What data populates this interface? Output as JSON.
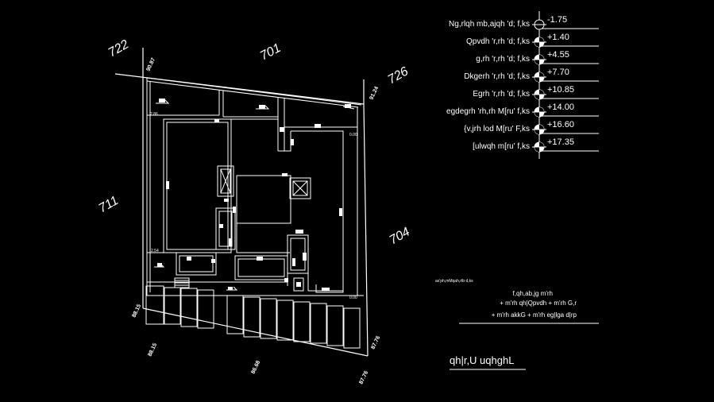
{
  "plot_labels": {
    "p722": "722",
    "p701": "701",
    "p726": "726",
    "p711": "711",
    "p704": "704"
  },
  "dimensions": {
    "top_left": "90.87",
    "top_right": "91.24",
    "left_low": "88.15",
    "bottom_left": "88.15",
    "bottom_mid": "86.68",
    "bottom_right": "87.76",
    "right_low": "87.76"
  },
  "small_notes": {
    "upper_left_room": "2.86",
    "lower_left_room": "2.54",
    "upper_right_room": "0.00",
    "lower_right_room": "0.00"
  },
  "levels": [
    {
      "label": "Ng,rlqh mb,ajqh 'd; f,ks",
      "value": "-1.75"
    },
    {
      "label": "Qpvdh 'r,rh 'd; f,ks",
      "value": "+1.40"
    },
    {
      "label": "g,rh 'r,rh 'd; f,ks",
      "value": "+4.55"
    },
    {
      "label": "Dkgerh 'r,rh 'd; f,ks",
      "value": "+7.70"
    },
    {
      "label": "Egrh 'r,rh 'd; f,ks",
      "value": "+10.85"
    },
    {
      "label": "egdegrh 'rh,rh M[ru' f,ks",
      "value": "+14.00"
    },
    {
      "label": "{v,jrh lod M[ru' F,ks",
      "value": "+16.60"
    },
    {
      "label": "[ulwqh m[ru' f,ks",
      "value": "+17.35"
    }
  ],
  "legend_note": "as'ph,mMqah,rtb d,ks",
  "legend": {
    "header": "f,qh,ab,jg m'rh",
    "row1": "+  m'rh qh|Qpvdh  +  m'rh G,r",
    "row2": "+  m'rh akkG  +  m'rh eg|lga d|rp"
  },
  "title": "qh|r,U  uqhghL"
}
